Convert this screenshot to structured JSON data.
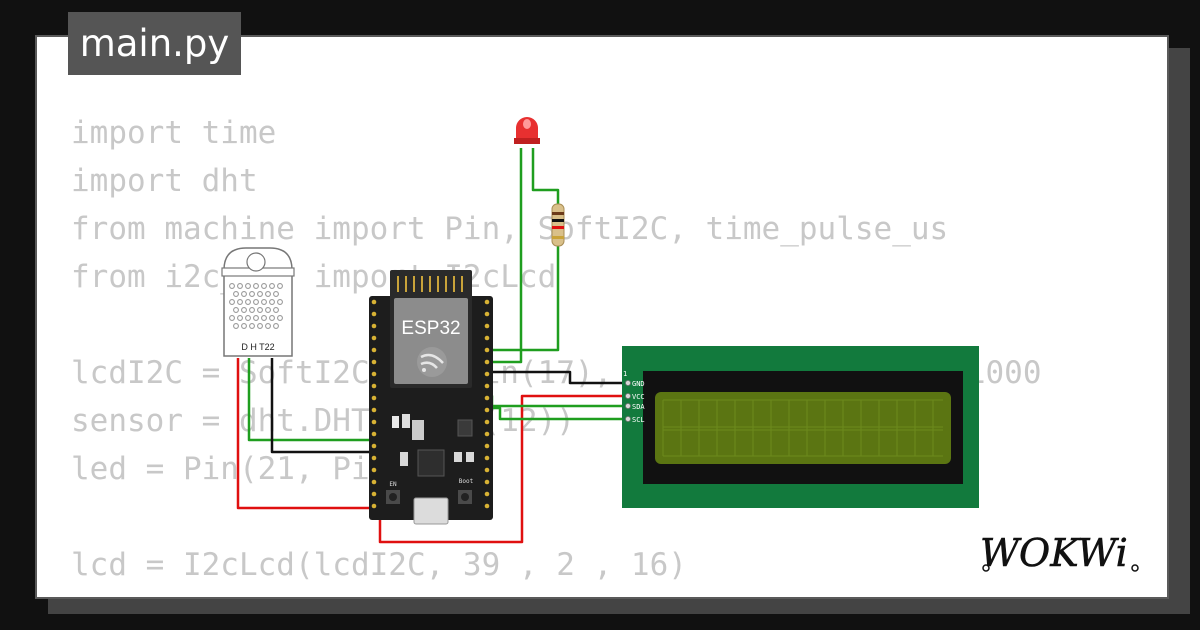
{
  "file_tab": {
    "label": "main.py"
  },
  "code": {
    "lines": [
      "import time",
      "import dht",
      "from machine import Pin, SoftI2C, time_pulse_us",
      "from i2c_lcd import I2cLcd",
      "",
      "lcdI2C = SoftI2C(scl=Pin(17), sda=Pin(16), freq=1000",
      "sensor = dht.DHT22(Pin(12))",
      "led = Pin(21, Pin.OUT)",
      "",
      "lcd = I2cLcd(lcdI2C, 39 , 2 , 16)"
    ]
  },
  "components": {
    "dht": {
      "label": "D H T22"
    },
    "esp32": {
      "label": "ESP32",
      "en_label": "EN",
      "boot_label": "Boot"
    },
    "lcd": {
      "pin_one": "1",
      "pins": [
        "GND",
        "VCC",
        "SDA",
        "SCL"
      ]
    }
  },
  "colors": {
    "wire_green": "#1f9e1f",
    "wire_red": "#e01010",
    "wire_black": "#111111",
    "lcd_board": "#127a3d",
    "lcd_screen": "#5b7512"
  },
  "logo": {
    "text": "WOKWi"
  }
}
